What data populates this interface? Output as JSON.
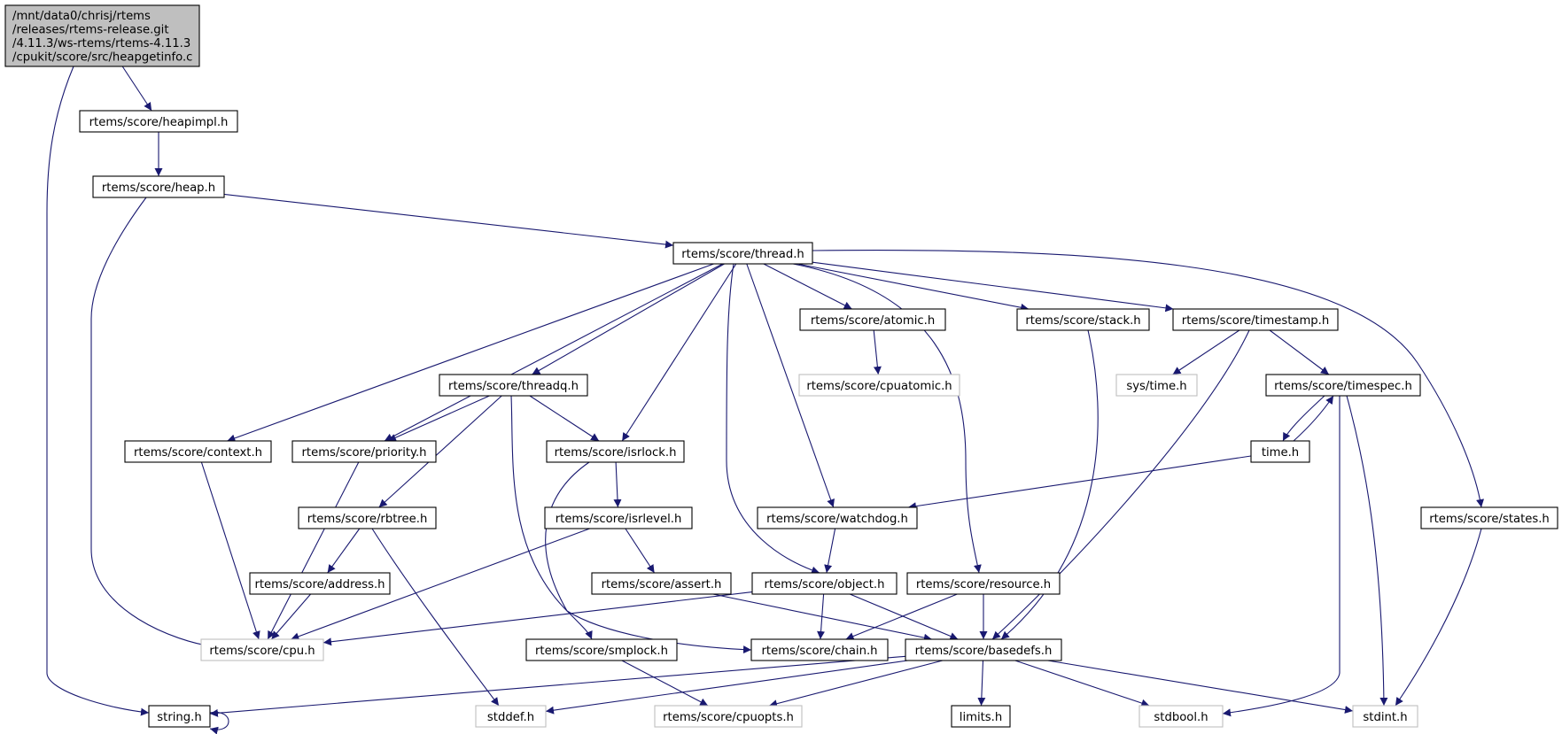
{
  "colors": {
    "edge": "#191970",
    "box_border": "#000000",
    "external_border": "#bfbfbf",
    "root_fill": "#bfbfbf",
    "box_fill": "#ffffff"
  },
  "nodes": {
    "root": {
      "label": [
        "/mnt/data0/chrisj/rtems",
        "/releases/rtems-release.git",
        "/4.11.3/ws-rtems/rtems-4.11.3",
        "/cpukit/score/src/heapgetinfo.c"
      ],
      "kind": "root"
    },
    "heapimpl": {
      "label": [
        "rtems/score/heapimpl.h"
      ],
      "kind": "internal"
    },
    "heap": {
      "label": [
        "rtems/score/heap.h"
      ],
      "kind": "internal"
    },
    "thread": {
      "label": [
        "rtems/score/thread.h"
      ],
      "kind": "internal"
    },
    "atomic": {
      "label": [
        "rtems/score/atomic.h"
      ],
      "kind": "internal"
    },
    "stack": {
      "label": [
        "rtems/score/stack.h"
      ],
      "kind": "internal"
    },
    "timestamp": {
      "label": [
        "rtems/score/timestamp.h"
      ],
      "kind": "internal"
    },
    "cpuatomic": {
      "label": [
        "rtems/score/cpuatomic.h"
      ],
      "kind": "external"
    },
    "systime": {
      "label": [
        "sys/time.h"
      ],
      "kind": "external"
    },
    "timespec": {
      "label": [
        "rtems/score/timespec.h"
      ],
      "kind": "internal"
    },
    "threadq": {
      "label": [
        "rtems/score/threadq.h"
      ],
      "kind": "internal"
    },
    "context": {
      "label": [
        "rtems/score/context.h"
      ],
      "kind": "internal"
    },
    "priority": {
      "label": [
        "rtems/score/priority.h"
      ],
      "kind": "internal"
    },
    "isrlock": {
      "label": [
        "rtems/score/isrlock.h"
      ],
      "kind": "internal"
    },
    "timeh": {
      "label": [
        "time.h"
      ],
      "kind": "internal"
    },
    "rbtree": {
      "label": [
        "rtems/score/rbtree.h"
      ],
      "kind": "internal"
    },
    "isrlevel": {
      "label": [
        "rtems/score/isrlevel.h"
      ],
      "kind": "internal"
    },
    "watchdog": {
      "label": [
        "rtems/score/watchdog.h"
      ],
      "kind": "internal"
    },
    "states": {
      "label": [
        "rtems/score/states.h"
      ],
      "kind": "internal"
    },
    "address": {
      "label": [
        "rtems/score/address.h"
      ],
      "kind": "internal"
    },
    "assert": {
      "label": [
        "rtems/score/assert.h"
      ],
      "kind": "internal"
    },
    "object": {
      "label": [
        "rtems/score/object.h"
      ],
      "kind": "internal"
    },
    "resource": {
      "label": [
        "rtems/score/resource.h"
      ],
      "kind": "internal"
    },
    "cpu": {
      "label": [
        "rtems/score/cpu.h"
      ],
      "kind": "external"
    },
    "smplock": {
      "label": [
        "rtems/score/smplock.h"
      ],
      "kind": "internal"
    },
    "chain": {
      "label": [
        "rtems/score/chain.h"
      ],
      "kind": "internal"
    },
    "basedefs": {
      "label": [
        "rtems/score/basedefs.h"
      ],
      "kind": "internal"
    },
    "string": {
      "label": [
        "string.h"
      ],
      "kind": "internal"
    },
    "stddef": {
      "label": [
        "stddef.h"
      ],
      "kind": "external"
    },
    "cpuopts": {
      "label": [
        "rtems/score/cpuopts.h"
      ],
      "kind": "external"
    },
    "limits": {
      "label": [
        "limits.h"
      ],
      "kind": "internal"
    },
    "stdbool": {
      "label": [
        "stdbool.h"
      ],
      "kind": "external"
    },
    "stdint": {
      "label": [
        "stdint.h"
      ],
      "kind": "external"
    }
  },
  "edges": [
    [
      "root",
      "heapimpl"
    ],
    [
      "root",
      "string"
    ],
    [
      "heapimpl",
      "heap"
    ],
    [
      "heap",
      "thread"
    ],
    [
      "heap",
      "cpu"
    ],
    [
      "thread",
      "context"
    ],
    [
      "thread",
      "priority"
    ],
    [
      "thread",
      "threadq"
    ],
    [
      "thread",
      "isrlock"
    ],
    [
      "thread",
      "object"
    ],
    [
      "thread",
      "watchdog"
    ],
    [
      "thread",
      "atomic"
    ],
    [
      "thread",
      "resource"
    ],
    [
      "thread",
      "stack"
    ],
    [
      "thread",
      "timestamp"
    ],
    [
      "thread",
      "states"
    ],
    [
      "atomic",
      "cpuatomic"
    ],
    [
      "stack",
      "basedefs"
    ],
    [
      "timestamp",
      "systime"
    ],
    [
      "timestamp",
      "timespec"
    ],
    [
      "timestamp",
      "basedefs"
    ],
    [
      "timespec",
      "timeh"
    ],
    [
      "timeh",
      "timespec"
    ],
    [
      "timespec",
      "stdbool"
    ],
    [
      "timespec",
      "stdint"
    ],
    [
      "timeh",
      "watchdog"
    ],
    [
      "threadq",
      "priority"
    ],
    [
      "threadq",
      "isrlock"
    ],
    [
      "threadq",
      "rbtree"
    ],
    [
      "threadq",
      "chain"
    ],
    [
      "context",
      "cpu"
    ],
    [
      "priority",
      "cpu"
    ],
    [
      "isrlock",
      "isrlevel"
    ],
    [
      "isrlock",
      "smplock"
    ],
    [
      "isrlevel",
      "assert"
    ],
    [
      "isrlevel",
      "cpu"
    ],
    [
      "rbtree",
      "address"
    ],
    [
      "rbtree",
      "stddef"
    ],
    [
      "address",
      "cpu"
    ],
    [
      "watchdog",
      "object"
    ],
    [
      "states",
      "stdint"
    ],
    [
      "assert",
      "basedefs"
    ],
    [
      "object",
      "cpu"
    ],
    [
      "object",
      "chain"
    ],
    [
      "object",
      "basedefs"
    ],
    [
      "resource",
      "chain"
    ],
    [
      "resource",
      "basedefs"
    ],
    [
      "smplock",
      "cpuopts"
    ],
    [
      "basedefs",
      "string"
    ],
    [
      "basedefs",
      "stddef"
    ],
    [
      "basedefs",
      "cpuopts"
    ],
    [
      "basedefs",
      "limits"
    ],
    [
      "basedefs",
      "stdbool"
    ],
    [
      "basedefs",
      "stdint"
    ],
    [
      "string",
      "string"
    ]
  ]
}
